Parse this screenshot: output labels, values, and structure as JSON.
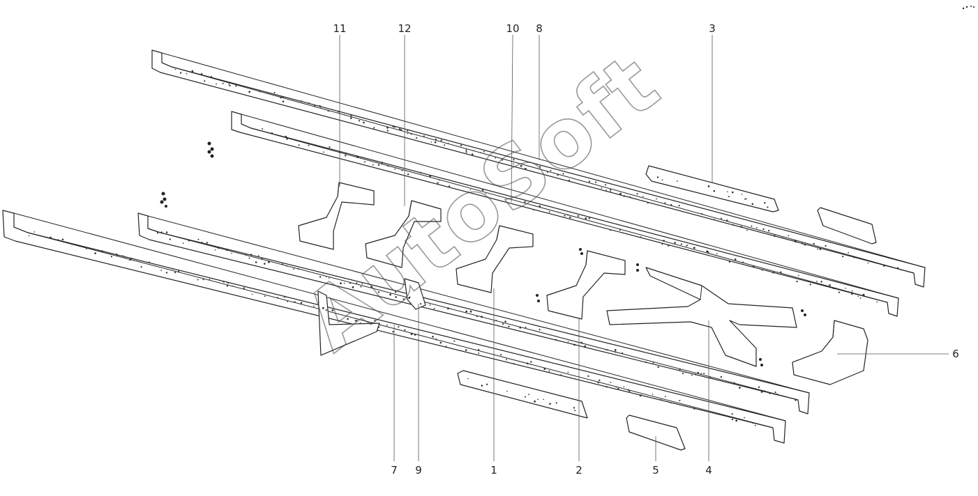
{
  "watermark": "AutoSoft",
  "callouts": [
    "11",
    "12",
    "10",
    "8",
    "3",
    "6",
    "7",
    "9",
    "1",
    "2",
    "5",
    "4"
  ]
}
